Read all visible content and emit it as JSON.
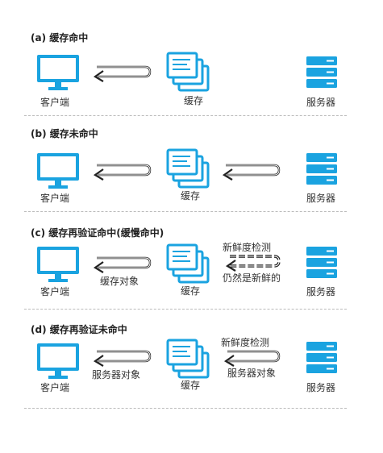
{
  "panels": [
    {
      "title": "(a) 缓存命中",
      "client_label": "客户端",
      "cache_label": "缓存",
      "server_label": "服务器"
    },
    {
      "title": "(b) 缓存未命中",
      "client_label": "客户端",
      "cache_label": "缓存",
      "server_label": "服务器"
    },
    {
      "title": "(c) 缓存再验证命中(缓慢命中)",
      "client_label": "客户端",
      "cache_label": "缓存",
      "server_label": "服务器",
      "left_arrow_label": "缓存对象",
      "right_top_label": "新鲜度检测",
      "right_bottom_label": "仍然是新鲜的"
    },
    {
      "title": "(d) 缓存再验证未命中",
      "client_label": "客户端",
      "cache_label": "缓存",
      "server_label": "服务器",
      "left_arrow_label": "服务器对象",
      "right_top_label": "新鲜度检测",
      "right_bottom_label": "服务器对象"
    }
  ],
  "colors": {
    "accent": "#1aa3e0",
    "arrow": "#222222",
    "divider": "#bbbbbb"
  }
}
